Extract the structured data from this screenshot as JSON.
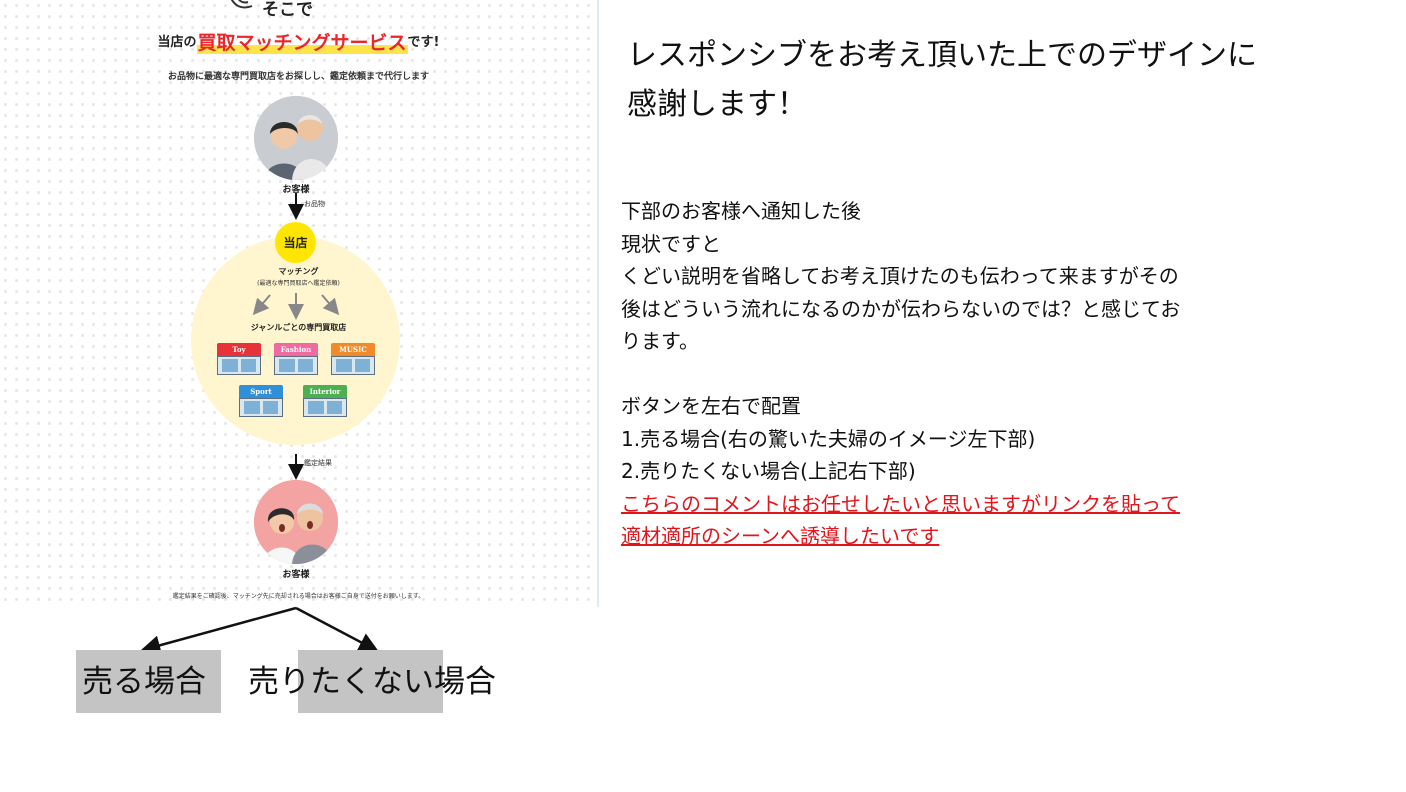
{
  "mockup": {
    "top_heading": "そこで",
    "title_prefix": "当店の",
    "title_highlight": "買取マッチングサービス",
    "title_suffix": "です!",
    "subtitle": "お品物に最適な専門買取店をお探しし、鑑定依頼まで代行します",
    "customer_label_top": "お客様",
    "arrow_label_goods": "お品物",
    "store_badge": "当店",
    "matching_label": "マッチング",
    "matching_sub": "(最適な専門買取店へ鑑定依頼)",
    "genre_label": "ジャンルごとの専門買取店",
    "shops": [
      {
        "label": "Toy",
        "color": "#e8323a"
      },
      {
        "label": "Fashion",
        "color": "#f06aa0"
      },
      {
        "label": "MUSIC",
        "color": "#f08a2a"
      },
      {
        "label": "Sport",
        "color": "#2f8fd8"
      },
      {
        "label": "Interior",
        "color": "#4caf50"
      }
    ],
    "arrow_label_result": "鑑定結果",
    "customer_label_bottom": "お客様",
    "footnote": "鑑定結果をご確認後、マッチング先に売却される場合はお客様ご自身で送付をお願いします。"
  },
  "buttons": {
    "sell": "売る場合",
    "not_sell": "売りたくない場合"
  },
  "notes": {
    "heading_line1": "レスポンシブをお考え頂いた上でのデザインに",
    "heading_line2": "感謝します！",
    "body": [
      "下部のお客様へ通知した後",
      "現状ですと",
      "くどい説明を省略してお考え頂けたのも伝わって来ますがその",
      "後はどういう流れになるのかが伝わらないのでは？と感じてお",
      "ります。"
    ],
    "buttons_heading": "ボタンを左右で配置",
    "item1": "1.売る場合(右の驚いた夫婦のイメージ左下部)",
    "item2": "2.売りたくない場合(上記右下部)",
    "link_line1": "こちらのコメントはお任せしたいと思いますがリンクを貼って",
    "link_line2": "適材適所のシーンへ誘導したいです"
  },
  "colors": {
    "accent_red": "#e4141b",
    "highlight_yellow": "#ffe34a",
    "button_gray": "#c4c4c4",
    "circle_yellow": "#fff6cf"
  }
}
